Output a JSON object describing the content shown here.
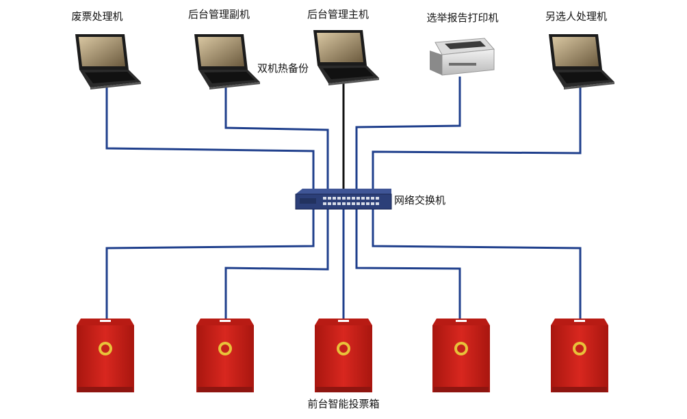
{
  "diagram": {
    "devices": [
      {
        "id": "void-ballot-processor",
        "label": "废票处理机",
        "icon": "laptop-icon"
      },
      {
        "id": "backend-secondary",
        "label": "后台管理副机",
        "icon": "laptop-icon"
      },
      {
        "id": "backend-primary",
        "label": "后台管理主机",
        "icon": "laptop-icon"
      },
      {
        "id": "report-printer",
        "label": "选举报告打印机",
        "icon": "printer-icon"
      },
      {
        "id": "write-in-processor",
        "label": "另选人处理机",
        "icon": "laptop-icon"
      }
    ],
    "hot_backup_label": "双机热备份",
    "switch": {
      "label": "网络交换机",
      "icon": "network-switch-icon"
    },
    "ballot_boxes": {
      "count": 5,
      "label": "前台智能投票箱",
      "icon": "ballot-box-icon"
    },
    "colors": {
      "link": "#1f3f8c",
      "primary_link": "#111111",
      "box_red": "#c4201a",
      "box_dark": "#8e1510",
      "emblem_gold": "#e8c23a",
      "switch_body": "#2c3f78"
    }
  }
}
